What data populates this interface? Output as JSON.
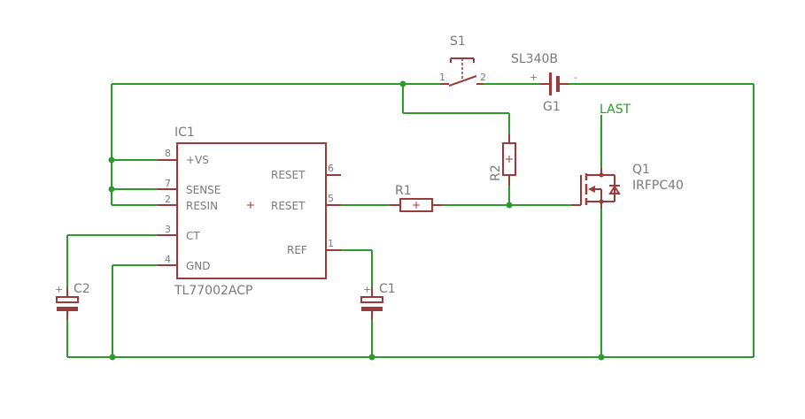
{
  "components": {
    "ic1": {
      "name": "IC1",
      "value": "TL77002ACP",
      "pins": [
        {
          "num": "8",
          "label": "+VS"
        },
        {
          "num": "7",
          "label": "SENSE"
        },
        {
          "num": "2",
          "label": "RESIN"
        },
        {
          "num": "3",
          "label": "CT"
        },
        {
          "num": "4",
          "label": "GND"
        },
        {
          "num": "6",
          "label": "RESET"
        },
        {
          "num": "5",
          "label": "RESET"
        },
        {
          "num": "1",
          "label": "REF"
        }
      ]
    },
    "s1": {
      "name": "S1",
      "pin1": "1",
      "pin2": "2"
    },
    "g1": {
      "name": "G1",
      "value": "SL340B",
      "plus": "+",
      "minus": "-"
    },
    "r1": {
      "name": "R1"
    },
    "r2": {
      "name": "R2"
    },
    "q1": {
      "name": "Q1",
      "value": "IRFPC40"
    },
    "c1": {
      "name": "C1",
      "plus": "+"
    },
    "c2": {
      "name": "C2",
      "plus": "+"
    }
  },
  "nets": {
    "last": "LAST"
  },
  "colors": {
    "wire": "#2e9a2e",
    "part": "#9b3a3a",
    "text": "#7a7a7a"
  }
}
